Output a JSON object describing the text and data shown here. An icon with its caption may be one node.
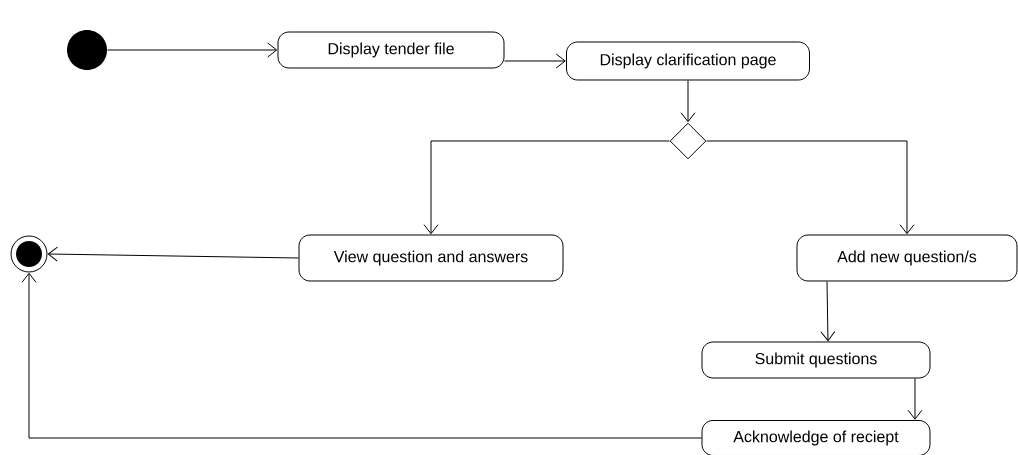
{
  "diagram": {
    "nodes": [
      {
        "text": [],
        "shape": "circle"
      },
      {
        "text": [
          "Display tender file"
        ]
      },
      {
        "text": [
          "Display clarification page"
        ]
      },
      {
        "text": [],
        "shape": "diamond"
      },
      {
        "text": [
          "View question and answers"
        ]
      },
      {
        "text": [
          "Add new question/s"
        ]
      },
      {
        "text": [
          "Submit questions"
        ]
      },
      {
        "text": [
          "Acknowledge of reciept"
        ]
      },
      {
        "text": [],
        "shape": "circle"
      }
    ],
    "edges": [
      {
        "from": 0,
        "to": 1,
        "arrow": "to"
      },
      {
        "from": 1,
        "to": 2,
        "arrow": "to"
      },
      {
        "from": 2,
        "to": 3,
        "arrow": "to"
      },
      {
        "from": 3,
        "to": 4,
        "arrow": "to"
      },
      {
        "from": 3,
        "to": 5,
        "arrow": "to"
      },
      {
        "from": 4,
        "to": 8,
        "arrow": "to"
      },
      {
        "from": 5,
        "to": 6,
        "arrow": "to"
      },
      {
        "from": 6,
        "to": 7,
        "arrow": "to"
      },
      {
        "from": 7,
        "to": 8,
        "arrow": "to"
      }
    ]
  }
}
